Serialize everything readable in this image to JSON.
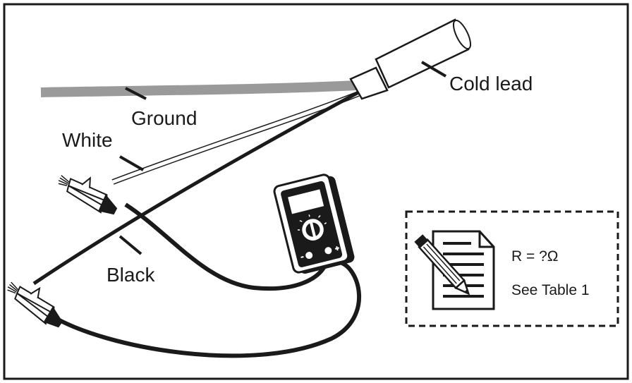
{
  "labels": {
    "cold_lead": "Cold lead",
    "ground": "Ground",
    "white": "White",
    "black": "Black"
  },
  "note": {
    "resistance": "R = ?Ω",
    "reference": "See Table 1"
  },
  "icons": [
    "notepad-pencil-icon",
    "multimeter-icon",
    "alligator-clip-icon"
  ],
  "colors": {
    "ink": "#1a1a1a",
    "ground_wire": "#9a9a9a",
    "white_wire": "#ffffff"
  }
}
